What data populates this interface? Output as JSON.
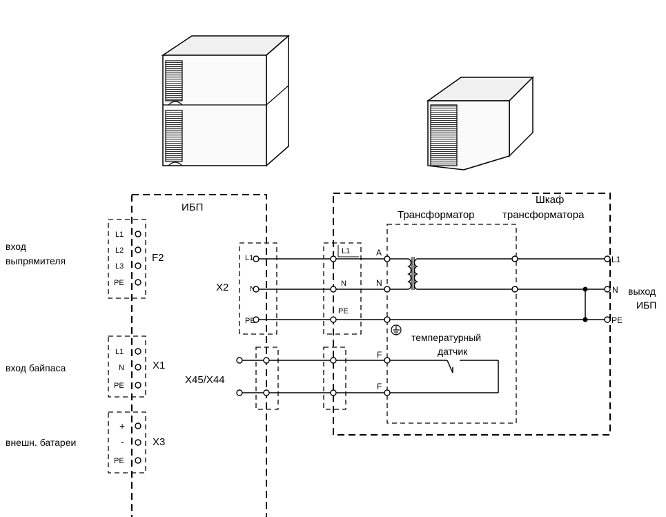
{
  "labels": {
    "ups": "ИБП",
    "rectifier_input_1": "вход",
    "rectifier_input_2": "выпрямителя",
    "bypass_input": "вход байпаса",
    "ext_batteries": "внешн. батареи",
    "cabinet_1": "Шкаф",
    "cabinet_2": "трансформатора",
    "transformer": "Трансформатор",
    "temp_sensor_1": "температурный",
    "temp_sensor_2": "датчик",
    "ups_output_1": "выход",
    "ups_output_2": "ИБП"
  },
  "connectors": {
    "f2": {
      "name": "F2",
      "terminals": [
        "L1",
        "L2",
        "L3",
        "PE"
      ]
    },
    "x1": {
      "name": "X1",
      "terminals": [
        "L1",
        "N",
        "PE"
      ]
    },
    "x3": {
      "name": "X3",
      "terminals": [
        "+",
        "-",
        "PE"
      ]
    },
    "x2": {
      "name": "X2",
      "terminals": [
        "L1",
        "N",
        "PE"
      ]
    },
    "x45": {
      "name": "X45/X44"
    },
    "cab_in": {
      "terminals": [
        "L1",
        "N",
        "PE"
      ]
    },
    "trafo_pins": [
      "A",
      "N",
      "F",
      "F"
    ],
    "output": {
      "terminals": [
        "L1",
        "N",
        "PE"
      ]
    }
  }
}
